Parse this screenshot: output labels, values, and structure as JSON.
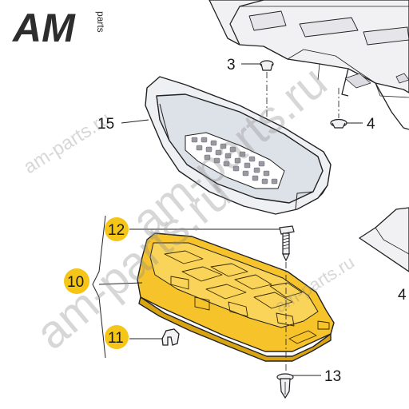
{
  "brand": {
    "logo_text": "AM",
    "logo_sub": "parts",
    "accent_color": "#1f3f8f",
    "dark_color": "#2d2d2d"
  },
  "watermarks": [
    "am-parts.ru",
    "am-parts.ru",
    "am-parts.ru",
    "am-parts.ru"
  ],
  "callouts": {
    "c3": "3",
    "c4_top": "4",
    "c4_right": "4",
    "c10": "10",
    "c11": "11",
    "c12": "12",
    "c13": "13",
    "c15": "15"
  },
  "colors": {
    "highlight": "#f5c518",
    "part_fill": "#f6c42a",
    "part_shade": "#d9a412",
    "line": "#222222",
    "panel_fill": "#f1f1f4"
  }
}
